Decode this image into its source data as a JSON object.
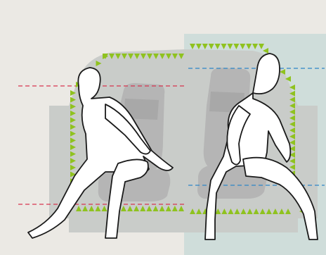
{
  "figure": {
    "description_free": true,
    "colors": {
      "background": "#ebe9e4",
      "car_silhouette": "#c9ccc9",
      "right_panel_tint": "#cfddda",
      "seat": "#b5b5b5",
      "seat_shadow": "#8f8f8f",
      "arrow_green": "#8fc21f",
      "dash_red": "#d8344f",
      "dash_blue": "#2f86c8",
      "person_fill": "#ffffff",
      "person_stroke": "#1a1a1a"
    },
    "icons": [
      "car-side-silhouette",
      "seat-icon",
      "occupant-figure",
      "green-arrow-chevrons"
    ]
  }
}
